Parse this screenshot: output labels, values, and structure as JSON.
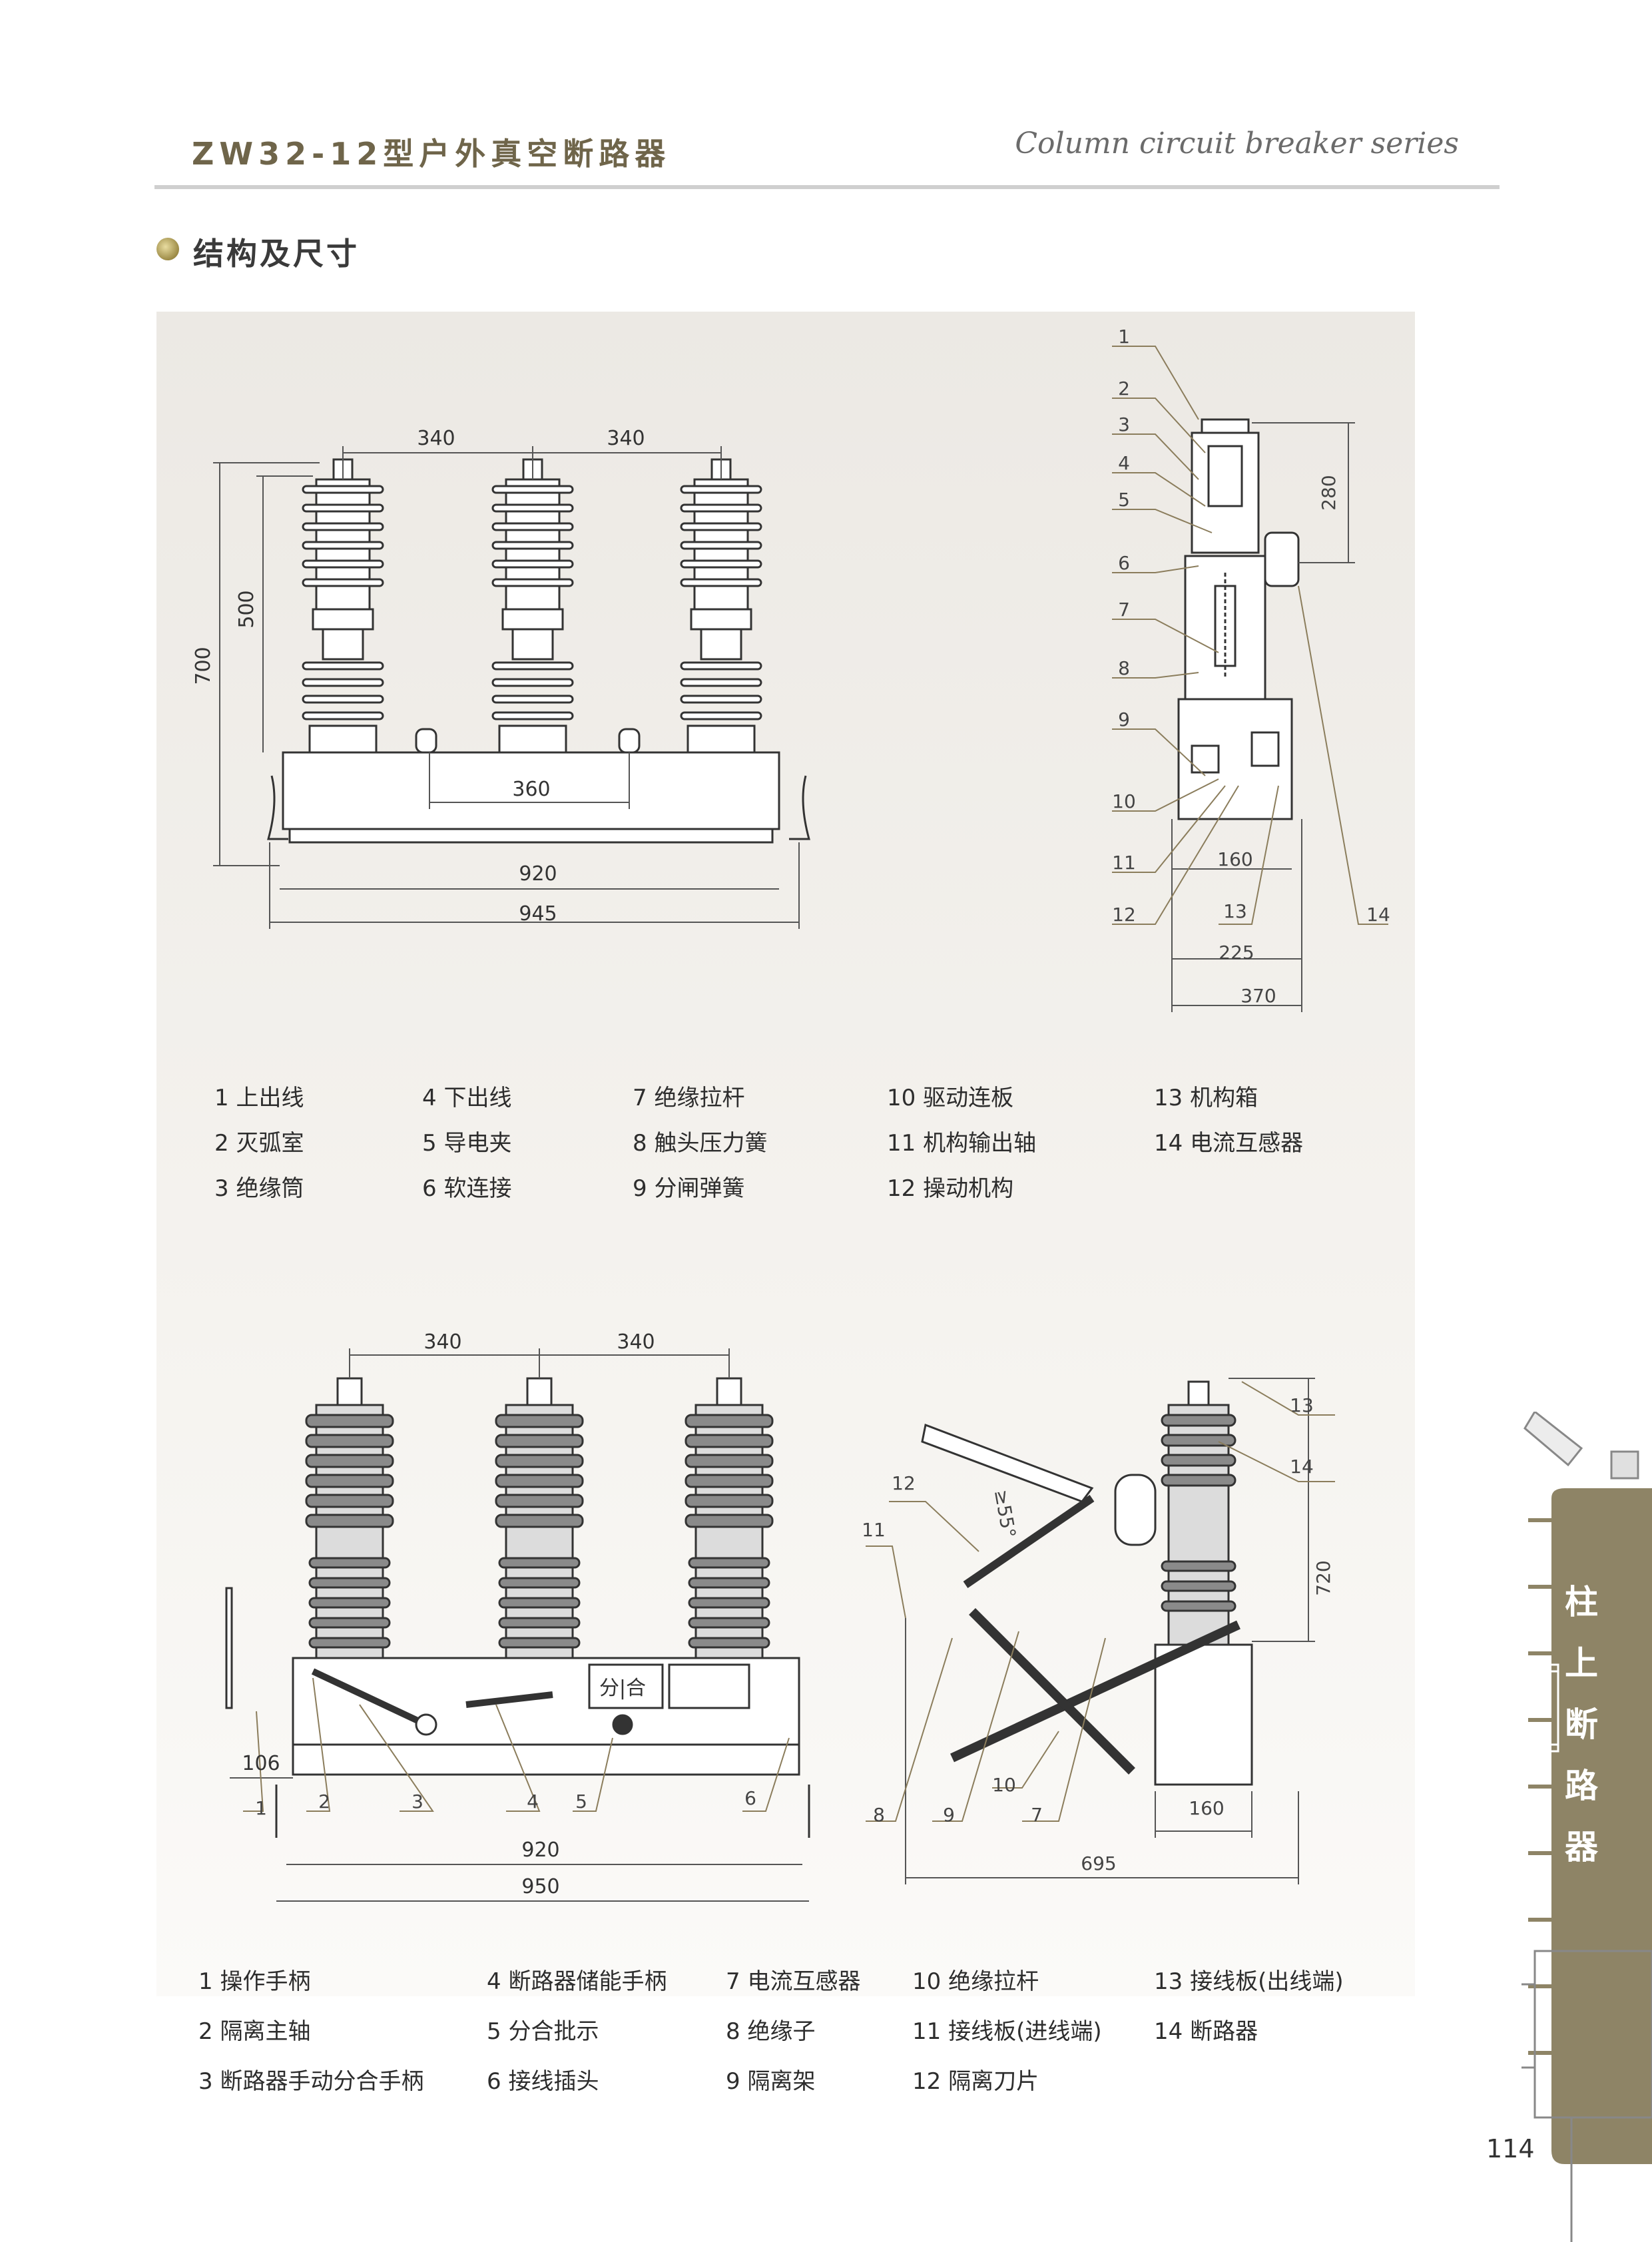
{
  "header": {
    "title": "ZW32-12型户外真空断路器",
    "subtitle": "Column circuit breaker series"
  },
  "section": {
    "title": "结构及尺寸"
  },
  "figure1": {
    "dims": [
      "340",
      "340",
      "500",
      "700",
      "360",
      "920",
      "945"
    ],
    "side_dims": [
      "280",
      "160",
      "225",
      "370"
    ],
    "callouts": [
      "1",
      "2",
      "3",
      "4",
      "5",
      "6",
      "7",
      "8",
      "9",
      "10",
      "11",
      "12",
      "13",
      "14"
    ]
  },
  "legend1": [
    [
      "1 上出线",
      "4 下出线",
      "7 绝缘拉杆",
      "10 驱动连板",
      "13 机构箱"
    ],
    [
      "2 灭弧室",
      "5 导电夹",
      "8 触头压力簧",
      "11 机构输出轴",
      "14 电流互感器"
    ],
    [
      "3 绝缘筒",
      "6 软连接",
      "9 分闸弹簧",
      "12 操动机构",
      ""
    ]
  ],
  "figure2": {
    "dims": [
      "340",
      "340",
      "106",
      "920",
      "950"
    ],
    "side_dims": [
      "720",
      "160",
      "695",
      "≥55°"
    ],
    "callouts": [
      "1",
      "2",
      "3",
      "4",
      "5",
      "6",
      "7",
      "8",
      "9",
      "10",
      "11",
      "12",
      "13",
      "14"
    ],
    "plate_text": "分|合"
  },
  "legend2": [
    [
      "1 操作手柄",
      "4 断路器储能手柄",
      "7 电流互感器",
      "10 绝缘拉杆",
      "13 接线板(出线端)"
    ],
    [
      "2 隔离主轴",
      "5 分合批示",
      "8 绝缘子",
      "11 接线板(进线端)",
      "14 断路器"
    ],
    [
      "3 断路器手动分合手柄",
      "6 接线插头",
      "9 隔离架",
      "12 隔离刀片",
      ""
    ]
  ],
  "side_tab": {
    "label": "柱上断路器",
    "chars": [
      "柱",
      "上",
      "断",
      "路",
      "器"
    ]
  },
  "page_number": "114",
  "colors": {
    "accent": "#8b7d5c",
    "tab": "#8e8466",
    "line": "#4a4a4a"
  }
}
